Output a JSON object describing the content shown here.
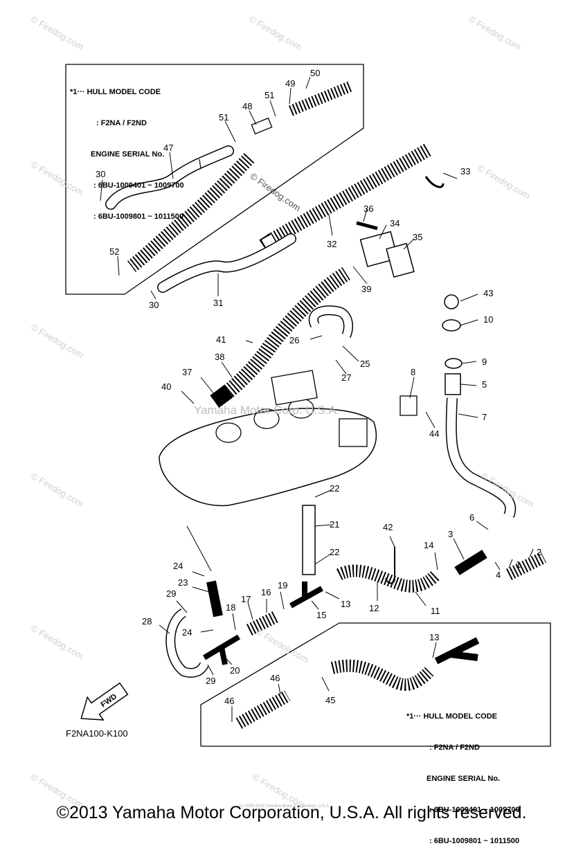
{
  "notes": {
    "top": {
      "marker": "*1···",
      "line1": "HULL MODEL CODE",
      "line2": ": F2NA / F2ND",
      "line3": "ENGINE SERIAL No.",
      "line4": ": 6BU-1009401 ~ 1009700",
      "line5": ": 6BU-1009801 ~ 1011500"
    },
    "bottom": {
      "marker": "*1···",
      "line1": "HULL MODEL CODE",
      "line2": ": F2NA / F2ND",
      "line3": "ENGINE SERIAL No.",
      "line4": ": 6BU-1009401 ~ 1009700",
      "line5": ": 6BU-1009801 ~ 1011500"
    }
  },
  "callouts": [
    "50",
    "49",
    "51",
    "48",
    "51",
    "47",
    "30",
    "33",
    "36",
    "34",
    "35",
    "32",
    "52",
    "31",
    "39",
    "30",
    "43",
    "10",
    "41",
    "26",
    "25",
    "9",
    "38",
    "37",
    "27",
    "5",
    "8",
    "40",
    "7",
    "44",
    "22",
    "21",
    "6",
    "42",
    "3",
    "2",
    "1",
    "14",
    "4",
    "22",
    "24",
    "23",
    "19",
    "16",
    "13",
    "29",
    "17",
    "15",
    "18",
    "12",
    "11",
    "28",
    "24",
    "20",
    "29",
    "13",
    "46",
    "45",
    "46"
  ],
  "watermarks": {
    "site": "© Firedog.com",
    "center": "Yamaha Motor Corp. U.S.A.",
    "diagram_stamp": "© Firedog.com"
  },
  "fwd_label": "FWD",
  "diagram_code": "F2NA100-K100",
  "credit_small": "(c) 2005-2015 Yamaha Motor Corporation, U.S.A.",
  "copyright": "©2013 Yamaha Motor Corporation, U.S.A. All rights reserved."
}
